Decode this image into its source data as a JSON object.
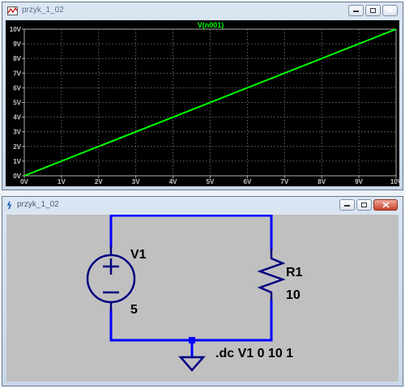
{
  "plot_window": {
    "title": "przyk_1_02",
    "trace_label": "V(n001)",
    "trace_color": "#00ff00"
  },
  "chart_data": {
    "type": "line",
    "title": "V(n001)",
    "x_ticks": [
      "0V",
      "1V",
      "2V",
      "3V",
      "4V",
      "5V",
      "6V",
      "7V",
      "8V",
      "9V",
      "10V"
    ],
    "y_ticks": [
      "0V",
      "1V",
      "2V",
      "3V",
      "4V",
      "5V",
      "6V",
      "7V",
      "8V",
      "9V",
      "10V"
    ],
    "xlim": [
      0,
      10
    ],
    "ylim": [
      0,
      10
    ],
    "grid": true,
    "series": [
      {
        "name": "V(n001)",
        "x": [
          0,
          10
        ],
        "y": [
          0,
          10
        ],
        "color": "#00ff00"
      }
    ]
  },
  "schematic_window": {
    "title": "przyk_1_02",
    "wire_color": "#0000ff",
    "component_color": "#000080",
    "source_name": "V1",
    "source_value": "5",
    "resistor_name": "R1",
    "resistor_value": "10",
    "directive": ".dc V1 0 10 1"
  }
}
